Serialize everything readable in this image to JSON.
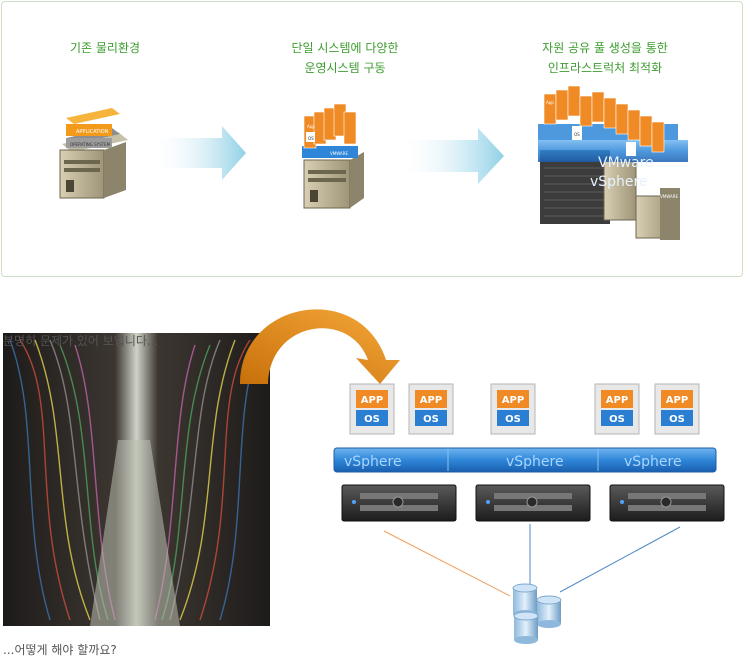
{
  "stages": [
    {
      "title_line1": "기존 물리환경",
      "title_line2": ""
    },
    {
      "title_line1": "단일 시스템에 다양한",
      "title_line2": "운영시스템 구동"
    },
    {
      "title_line1": "자원 공유 풀 생성을 통한",
      "title_line2": "인프라스트럭처 최적화"
    }
  ],
  "stage1_server": {
    "labels": [
      "APPLICATION",
      "OPERATING SYSTEM"
    ]
  },
  "stage2_server": {
    "app_label": "App",
    "os_label": "OS",
    "layer_label": "VMWARE"
  },
  "stage3_pool": {
    "vm_label_line1": "VMware",
    "vm_label_line2": "vSphere",
    "app_label": "App",
    "os_label": "OS",
    "layer_label": "VMWARE"
  },
  "caption_top": "분명히 문제가 있어 보입니다...",
  "caption_bottom": "...어떻게 해야 할까요?",
  "vm_card": {
    "app": "APP",
    "os": "OS"
  },
  "vsphere_labels": [
    "vSphere",
    "vSphere",
    "vSphere"
  ],
  "colors": {
    "title_green": "#3d9c2f",
    "arrow_blue": "#8fd0e6",
    "curve_orange": "#f4a020",
    "bar_blue": "#2f86d8",
    "app_orange": "#f08a24",
    "os_blue": "#2b7fd3"
  }
}
